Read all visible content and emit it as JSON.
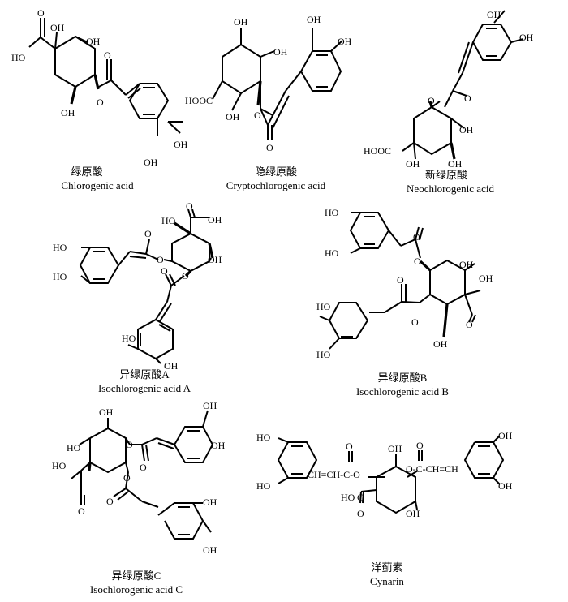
{
  "compounds": [
    {
      "name_cn": "绿原酸",
      "name_en": "Chlorogenic acid",
      "groups": {
        "g1": "HO",
        "g2": "OH",
        "g3": "OH",
        "g4": "O",
        "g5": "O",
        "g6": "O",
        "g7": "OH",
        "g8": "OH",
        "g9": "OH"
      }
    },
    {
      "name_cn": "隐绿原酸",
      "name_en": "Cryptochlorogenic acid",
      "groups": {
        "g1": "OH",
        "g2": "OH",
        "g3": "OH",
        "g4": "OH",
        "g5": "HOOC",
        "g6": "OH",
        "g7": "O",
        "g8": "O"
      }
    },
    {
      "name_cn": "新绿原酸",
      "name_en": "Neochlorogenic acid",
      "groups": {
        "g1": "OH",
        "g2": "OH",
        "g3": "O",
        "g4": "O",
        "g5": "OH",
        "g6": "HOOC",
        "g7": "OH",
        "g8": "OH"
      }
    },
    {
      "name_cn": "异绿原酸A",
      "name_en": "Isochlorogenic acid A",
      "groups": {
        "g1": "HO",
        "g2": "O",
        "g3": "OH",
        "g4": "HO",
        "g5": "HO",
        "g6": "O",
        "g7": "O",
        "g8": "OH",
        "g9": "O",
        "g10": "O",
        "g11": "HO",
        "g12": "OH"
      }
    },
    {
      "name_cn": "异绿原酸B",
      "name_en": "Isochlorogenic acid B",
      "groups": {
        "g1": "HO",
        "g2": "HO",
        "g3": "O",
        "g4": "O",
        "g5": "OH",
        "g6": "OH",
        "g7": "O",
        "g8": "HO",
        "g9": "HO",
        "g10": "O",
        "g11": "O",
        "g12": "OH"
      }
    },
    {
      "name_cn": "异绿原酸C",
      "name_en": "Isochlorogenic acid C",
      "groups": {
        "g1": "OH",
        "g2": "OH",
        "g3": "OH",
        "g4": "HO",
        "g5": "O",
        "g6": "O",
        "g7": "HO",
        "g8": "O",
        "g9": "O",
        "g10": "O",
        "g11": "OH",
        "g12": "OH"
      }
    },
    {
      "name_cn": "洋蓟素",
      "name_en": "Cynarin",
      "groups": {
        "g1": "HO",
        "g2": "HO",
        "g3": "O",
        "g4": "CH=CH-C-O",
        "g5": "OH",
        "g6": "O",
        "g7": "O-C-CH=CH",
        "g8": "OH",
        "g9": "OH",
        "g10": "HO",
        "g11": "C",
        "g12": "O",
        "g13": "OH"
      }
    }
  ]
}
